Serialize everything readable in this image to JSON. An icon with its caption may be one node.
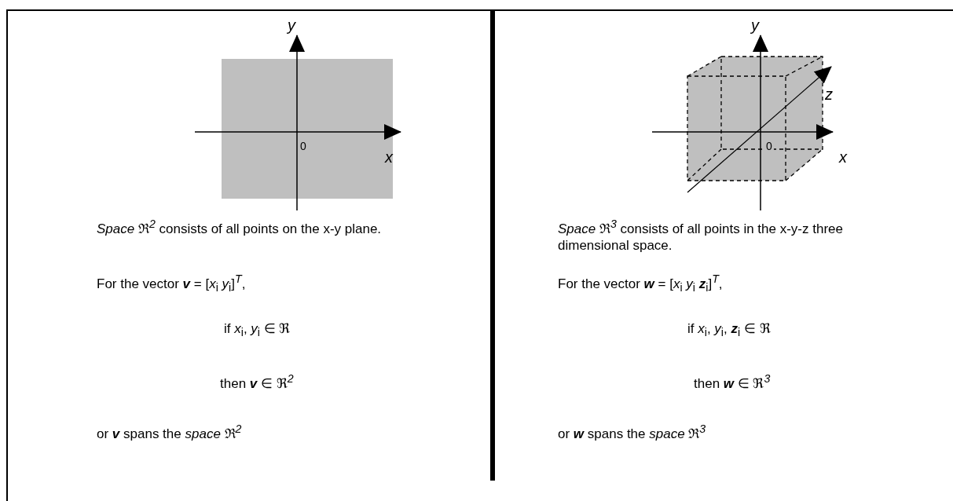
{
  "diagram": {
    "labels": [
      "y",
      "0",
      "x",
      "*Space* ℜ$^{2}$  consists of all points on the x-y plane.",
      "For the vector **v** = [*x*$_{i}$  *y*$_{i}$]$^{T}$,",
      "if   *x*$_{i}$, *y*$_{i}$ ∈ ℜ",
      "then   **v** ∈ ℜ$^{2}$",
      "or **v** spans the *space* ℜ$^{2}$",
      "y",
      "z",
      "0",
      "x",
      "*Space* ℜ$^{3}$  consists of all points in the x-y-z three dimensional space.",
      "For the vector **w** = [*x*$_{i}$  *y*$_{i}$ **z**$_{i}$]$^{T}$,",
      "if   *x*$_{i}$, *y*$_{i}$, **z**$_{i}$ ∈ ℜ",
      "then   **w** ∈ ℜ$^{3}$",
      "or **w** spans the *space* ℜ$^{3}$"
    ]
  }
}
